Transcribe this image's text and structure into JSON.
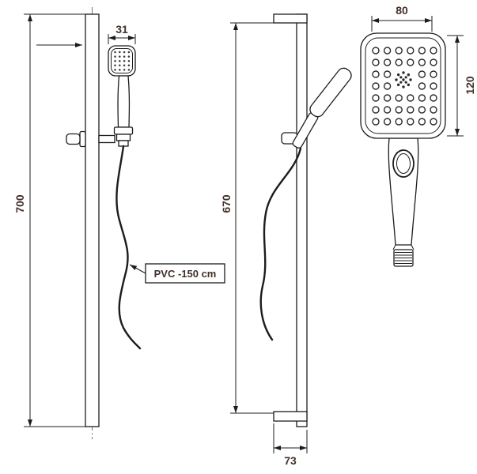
{
  "diagram": {
    "front_view": {
      "height_label": "700",
      "width_label": "31",
      "hose_label": "PVC -150 cm"
    },
    "side_view": {
      "height_label": "670",
      "depth_label": "73"
    },
    "head_view": {
      "width_label": "80",
      "height_label": "120"
    },
    "colors": {
      "line": "#1c1c1c",
      "dim_text": "#43302a",
      "bg": "#ffffff"
    }
  }
}
